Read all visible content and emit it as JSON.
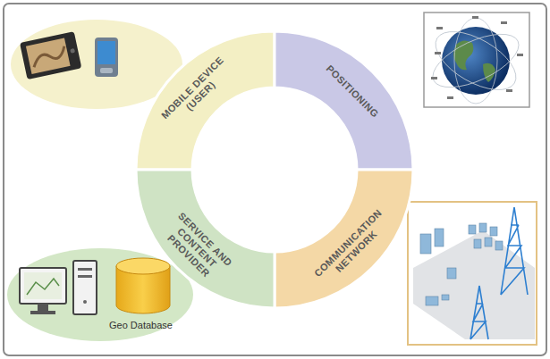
{
  "diagram": {
    "nodes": [
      {
        "text": [
          "MOBILE DEVICE (USER)"
        ]
      },
      {
        "text": [
          "POSITIONING"
        ]
      },
      {
        "text": [
          "COMMUNICATION NETWORK"
        ]
      },
      {
        "text": [
          "SERVICE AND CONTENT PROVIDER"
        ]
      }
    ],
    "labels": [
      "Geo Database"
    ]
  }
}
